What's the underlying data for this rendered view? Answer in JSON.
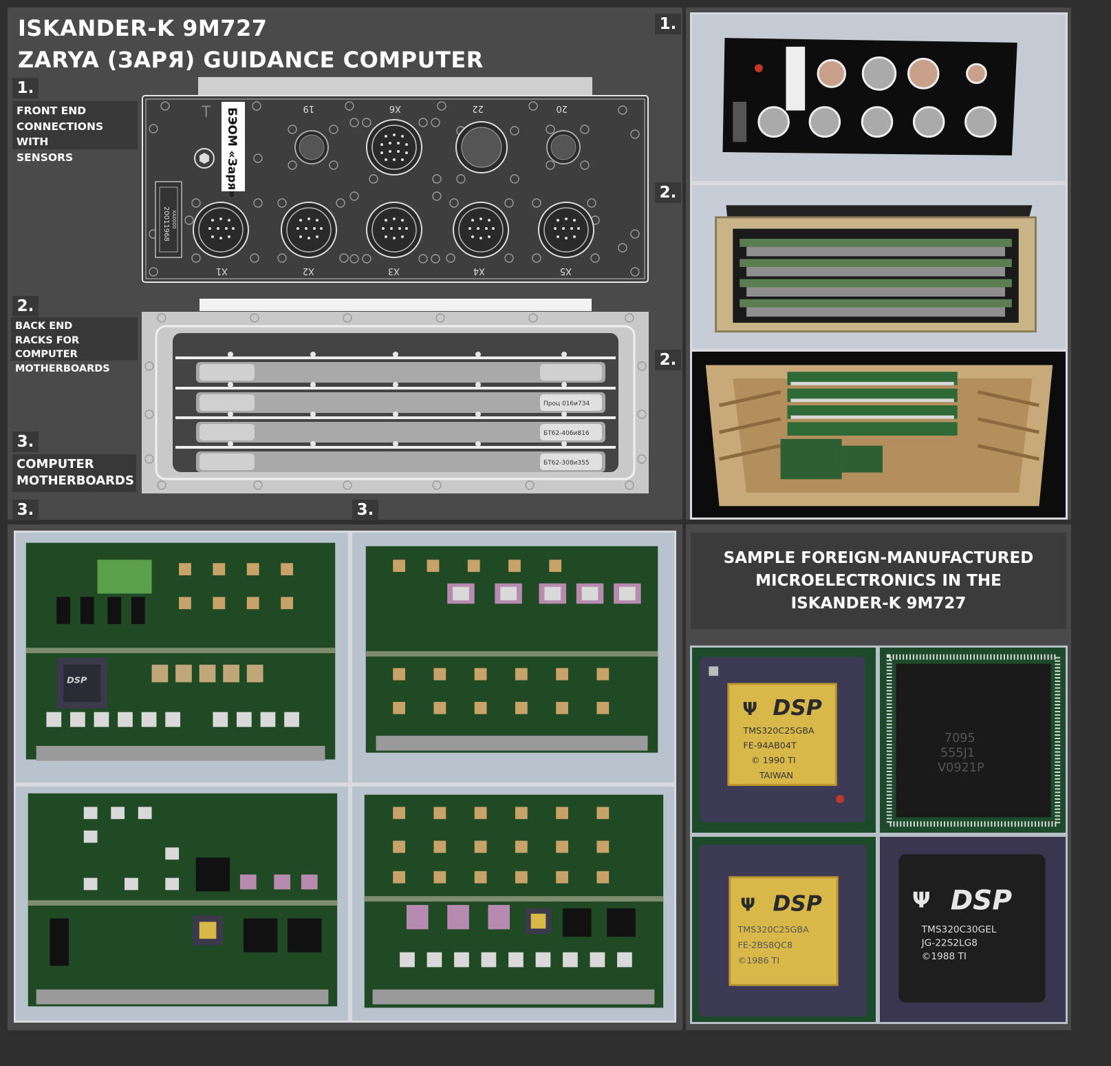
{
  "title": {
    "line1": "ISKANDER-K 9M727",
    "line2": "ZARYA (ЗАРЯ) GUIDANCE COMPUTER"
  },
  "markers": {
    "m1": "1.",
    "m2": "2.",
    "m3": "3."
  },
  "labels": {
    "front_end": [
      "FRONT END",
      "CONNECTIONS WITH",
      "SENSORS"
    ],
    "back_end": [
      "BACK END",
      "RACKS FOR COMPUTER",
      "MOTHERBOARDS"
    ],
    "motherboards": [
      "COMPUTER",
      "MOTHERBOARDS"
    ]
  },
  "front_diagram": {
    "plate_label": "БЭОМ «Заря»",
    "serial_a": "20011968",
    "serial_b": "ХА0000",
    "connectors_top": [
      "19",
      "X6",
      "22",
      "20"
    ],
    "connectors_bottom": [
      "X1",
      "X2",
      "X3",
      "X4",
      "X5"
    ]
  },
  "back_diagram": {
    "slot_labels": [
      "Проц 016и734",
      "БТ62-406и816",
      "БТ62-308и355"
    ]
  },
  "foreign_panel": {
    "heading_lines": [
      "SAMPLE FOREIGN-MANUFACTURED",
      "MICROELECTRONICS IN THE",
      "ISKANDER-K 9M727"
    ]
  },
  "chips": [
    {
      "logo": "DSP",
      "lines": [
        "TMS320C25GBA",
        "FE-94AB04T",
        "© 1990  TI",
        "TAIWAN"
      ]
    },
    {
      "logo": "",
      "lines": [
        "7095",
        "555J1",
        "V0921P"
      ]
    },
    {
      "logo": "DSP",
      "lines": [
        "TMS320C25GBA",
        "FE-2BS8QC8",
        "©1986  TI"
      ]
    },
    {
      "logo": "DSP",
      "lines": [
        "TMS320C30GEL",
        "JG-22S2LG8",
        "©1988  TI"
      ]
    }
  ],
  "colors": {
    "background": "#2f2f2f",
    "panel": "#4a4a4a",
    "label_bg": "#383838",
    "pcb_green": "#1f4a24",
    "chip_gold": "#d9b84a"
  }
}
